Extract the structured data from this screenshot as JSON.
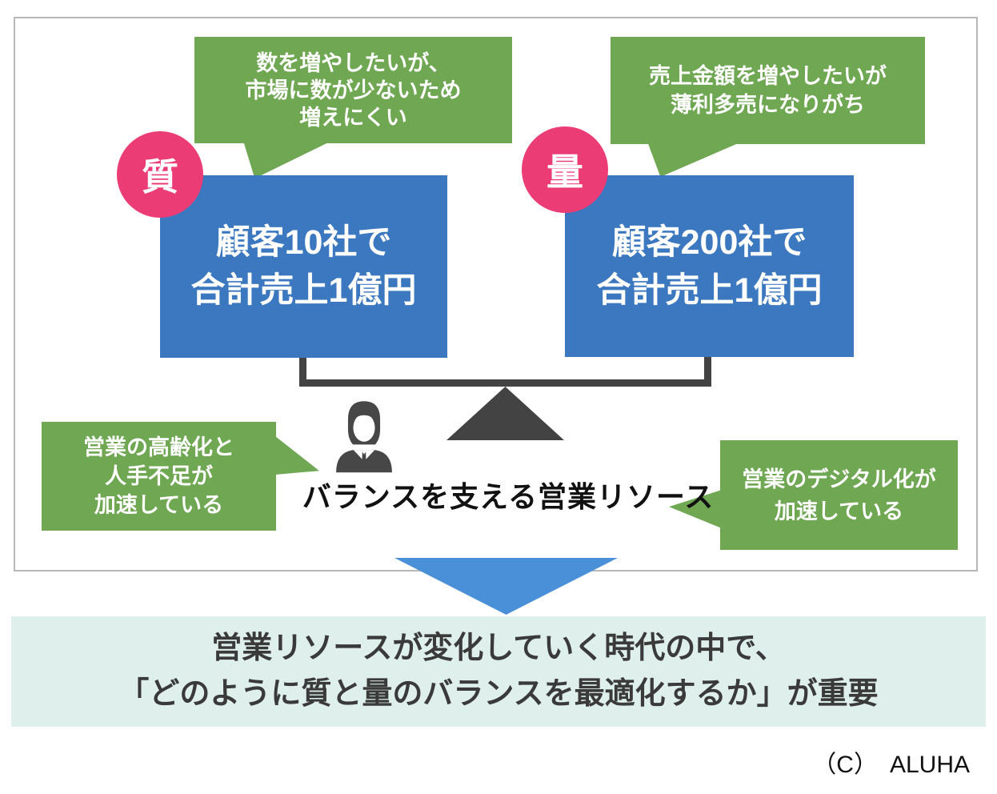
{
  "bubbles": {
    "top_left": {
      "lines": [
        "数を増やしたいが、",
        "市場に数が少ないため",
        "増えにくい"
      ]
    },
    "top_right": {
      "lines": [
        "売上金額を増やしたいが",
        "薄利多売になりがち"
      ]
    },
    "bottom_left": {
      "lines": [
        "営業の高齢化と",
        "人手不足が",
        "加速している"
      ]
    },
    "bottom_right": {
      "lines": [
        "営業のデジタル化が",
        "加速している"
      ]
    }
  },
  "badges": {
    "quality": "質",
    "quantity": "量"
  },
  "boxes": {
    "left": {
      "lines": [
        "顧客10社で",
        "合計売上1億円"
      ]
    },
    "right": {
      "lines": [
        "顧客200社で",
        "合計売上1億円"
      ]
    }
  },
  "balance": {
    "caption": "バランスを支える営業リソース",
    "person_icon": "businessman-icon"
  },
  "banner": {
    "lines": [
      "営業リソースが変化していく時代の中で、",
      "「どのように質と量のバランスを最適化するか」が重要"
    ]
  },
  "credit": "（C）　ALUHA",
  "colors": {
    "green": "#6FA753",
    "blue": "#3B78BF",
    "pink": "#EC3C76",
    "dark": "#434343",
    "arrow_blue": "#4A90D9",
    "banner_bg": "#DFF0EC",
    "border_gray": "#B7B7B7"
  }
}
